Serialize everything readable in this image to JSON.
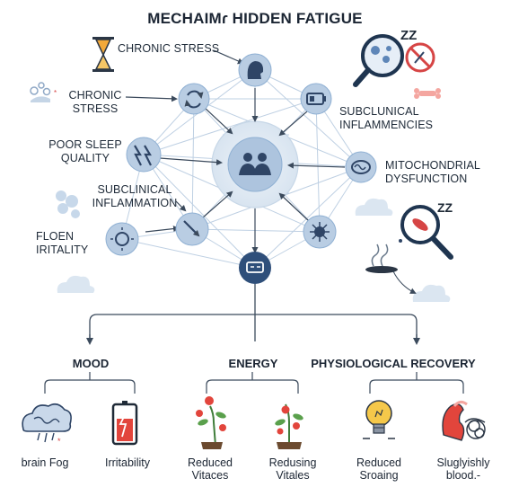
{
  "title": "MECHAIMɾ HIDDEN FATIGUE",
  "causes": {
    "chronic_stress_top": "CHRONIC STRESS",
    "chronic_stress_left": "CHRONIC\nSTRESS",
    "poor_sleep": "POOR SLEEP\nQUALITY",
    "subclinical_inflammation": "SUBCLINICAL\nINFLAMMATION",
    "floen_irritality": "FLOEN\nIRITALITY",
    "subclinical_inflammencies": "SUBCLUNICAL\nINFLAMMENCIES",
    "mitochondrial": "MITOCHONDRIAL\nDYSFUNCTION"
  },
  "sections": {
    "mood": "MOOD",
    "energy": "ENERGY",
    "recovery": "PHYSIOLOGICAL RECOVERY"
  },
  "outcomes": [
    {
      "key": "brain_fog",
      "label": "brain Fog",
      "icon": "brain-fog-cloud-icon"
    },
    {
      "key": "irritability",
      "label": "Irritability",
      "icon": "battery-low-icon"
    },
    {
      "key": "reduced_vitaces",
      "label": "Reduced\nVitaces",
      "icon": "plant-tomato-icon"
    },
    {
      "key": "redusing_vitales",
      "label": "Redusing\nVitales",
      "icon": "plant-tomato-icon"
    },
    {
      "key": "reduced_sroaing",
      "label": "Reduced\nSroaing",
      "icon": "lightbulb-icon"
    },
    {
      "key": "sluglyishly",
      "label": "Sluglyishly\nblood.-",
      "icon": "muscle-tangle-icon"
    }
  ],
  "decor": {
    "zzz_top": "ZZ",
    "zzz_mid": "ZZ"
  },
  "colors": {
    "node_fill": "#b9cde3",
    "node_stroke": "#8fb0d3",
    "dark_node": "#2f4f7a",
    "hub_ring": "#d7e3ef",
    "line": "#a8bfd8",
    "arrow": "#3b4a5c",
    "bracket": "#2f3d4d"
  }
}
